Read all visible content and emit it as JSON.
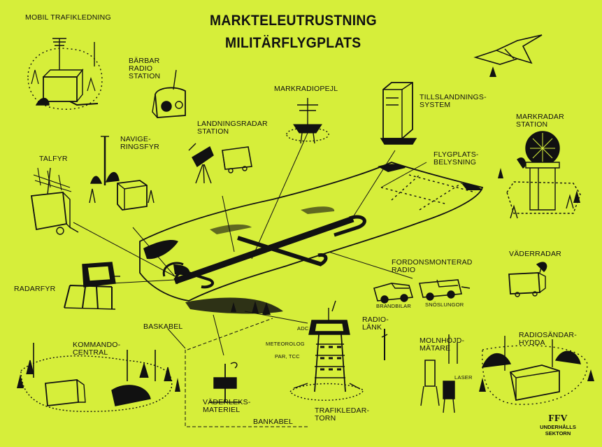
{
  "title": {
    "line1": "MARKTELEUTRUSTNING",
    "line2": "MILITÄRFLYGPLATS"
  },
  "labels": {
    "mobil_trafikledning": "MOBIL TRAFIKLEDNING",
    "barbar_radiostation": "BÄRBAR\nRADIO\nSTATION",
    "markradiopejl": "MARKRADIOPEJL",
    "tillslandningssystem": "TILLSLANDNINGS-\nSYSTEM",
    "landningsradarstation": "LANDNINGSRADAR\nSTATION",
    "navigeringsfyr": "NAVIGE-\nRINGSFYR",
    "markradarstation": "MARKRADAR\nSTATION",
    "talfyr": "TALFYR",
    "flygplatsbelysning": "FLYGPLATS-\nBELYSNING",
    "vaderradar": "VÄDERRADAR",
    "fordonsmonterad_radio": "FORDONSMONTERAD\nRADIO",
    "radarfyr": "RADARFYR",
    "brandbilar": "BRANDBILAR",
    "snoslungor": "SNÖSLUNGOR",
    "baskabel": "BASKABEL",
    "radiolank": "RADIO-\nLÄNK",
    "kommandocentral": "KOMMANDO-\nCENTRAL",
    "adc": "ADC",
    "meteorolog": "METEOROLOG",
    "par_tcc": "PAR, TCC",
    "molnhojdmatare": "MOLNHÖJD-\nMÄTARE",
    "laser": "LASER",
    "radiosandarhydda": "RADIOSÄNDAR-\nHYDDA",
    "vaderleksmateriel": "VÄDERLEKS-\nMATERIEL",
    "trafikledartorn": "TRAFIKLEDAR-\nTORN",
    "bankabel": "BANKABEL"
  },
  "logo": {
    "brand": "FFV",
    "line1": "UNDERHÅLLS",
    "line2": "SEKTORN"
  },
  "colors": {
    "background": "#d6ee3a",
    "ink": "#111111"
  }
}
